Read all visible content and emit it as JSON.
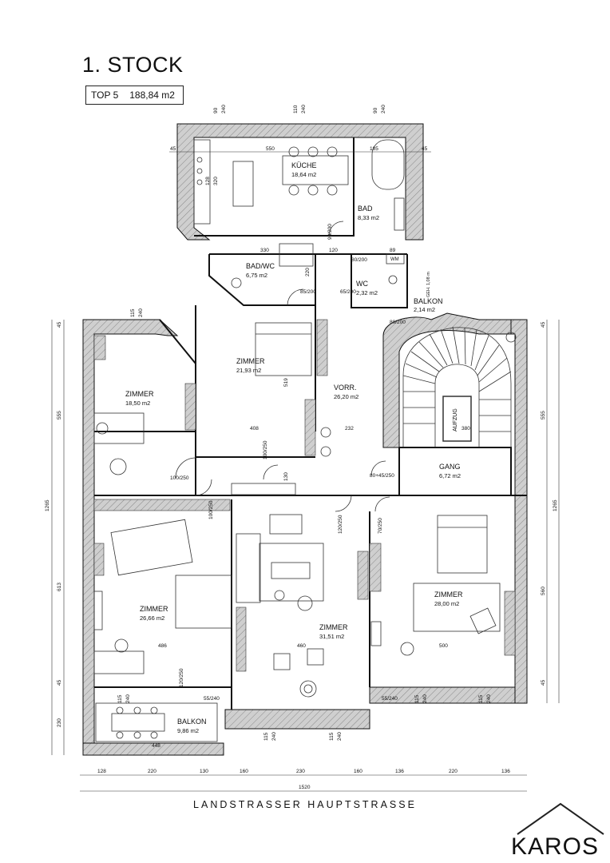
{
  "header": {
    "title": "1. STOCK",
    "unit": "TOP 5",
    "area": "188,84 m2"
  },
  "rooms": {
    "kueche": {
      "name": "KÜCHE",
      "area": "18,64 m2"
    },
    "bad": {
      "name": "BAD",
      "area": "8,33 m2"
    },
    "bad_wc": {
      "name": "BAD/WC",
      "area": "6,75 m2"
    },
    "wc": {
      "name": "WC",
      "area": "2,32 m2"
    },
    "balkon_small": {
      "name": "BALKON",
      "area": "2,14 m2"
    },
    "zimmer_nw": {
      "name": "ZIMMER",
      "area": "18,50 m2"
    },
    "zimmer_center": {
      "name": "ZIMMER",
      "area": "21,93 m2"
    },
    "vorr": {
      "name": "VORR.",
      "area": "26,20 m2"
    },
    "gang": {
      "name": "GANG",
      "area": "6,72 m2"
    },
    "zimmer_sw": {
      "name": "ZIMMER",
      "area": "26,66 m2"
    },
    "zimmer_s": {
      "name": "ZIMMER",
      "area": "31,51 m2"
    },
    "zimmer_se": {
      "name": "ZIMMER",
      "area": "28,00 m2"
    },
    "balkon": {
      "name": "BALKON",
      "area": "9,86 m2"
    }
  },
  "labels": {
    "aufzug": "AUFZUG",
    "wm": "WM",
    "geh": "GEH. 1,08 m"
  },
  "top_dims": [
    "45",
    "550",
    "185",
    "45"
  ],
  "bottom_dims": [
    "128",
    "220",
    "130",
    "160",
    "230",
    "160",
    "136",
    "220",
    "136"
  ],
  "bottom_total": "1520",
  "left_dims": [
    "45",
    "555",
    "1265",
    "613",
    "45",
    "230"
  ],
  "right_dims": [
    "45",
    "555",
    "1265",
    "560",
    "45"
  ],
  "window_dims": [
    {
      "w": "90",
      "h": "240"
    },
    {
      "w": "110",
      "h": "240"
    },
    {
      "w": "90",
      "h": "240"
    },
    {
      "w": "115",
      "h": "240"
    },
    {
      "w": "115",
      "h": "240"
    },
    {
      "w": "115",
      "h": "240"
    },
    {
      "w": "115",
      "h": "240"
    },
    {
      "w": "115",
      "h": "240"
    },
    {
      "w": "115",
      "h": "240"
    }
  ],
  "inner_dims": [
    "330",
    "120",
    "89",
    "408",
    "232",
    "486",
    "460",
    "500",
    "448",
    "380",
    "519",
    "128",
    "320",
    "130",
    "220"
  ],
  "door_dims": [
    "90/200",
    "80/200",
    "85/200",
    "65/200",
    "80/200",
    "100/250",
    "100/250",
    "100/250",
    "80+45/250",
    "120/250",
    "70/250",
    "120/250",
    "55/240",
    "55/240"
  ],
  "footer": {
    "street": "LANDSTRASSER HAUPTSTRASSE",
    "logo": "KAROS"
  }
}
